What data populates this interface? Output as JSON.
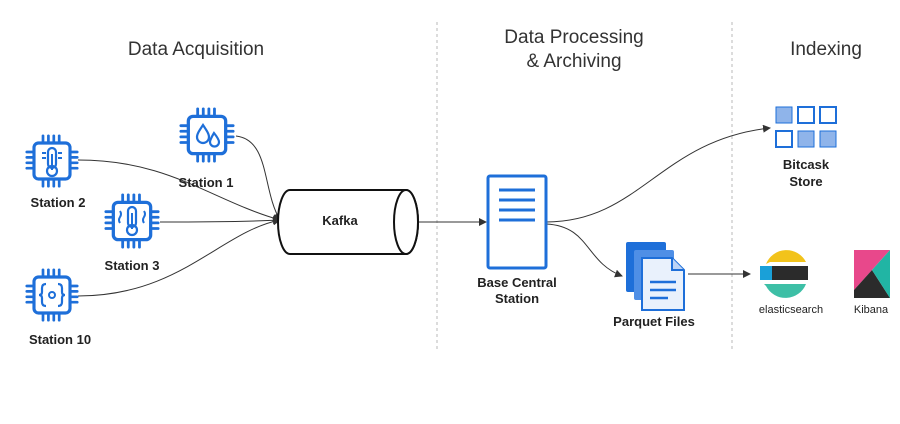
{
  "sections": {
    "acquisition": "Data Acquisition",
    "processing_line1": "Data Processing",
    "processing_line2": "& Archiving",
    "indexing": "Indexing"
  },
  "stations": {
    "station1": "Station 1",
    "station2": "Station 2",
    "station3": "Station 3",
    "station10": "Station 10"
  },
  "kafka": "Kafka",
  "base_station": {
    "line1": "Base Central",
    "line2": "Station"
  },
  "parquet": "Parquet Files",
  "bitcask": {
    "line1": "Bitcask",
    "line2": "Store"
  },
  "elasticsearch": "elasticsearch",
  "kibana": "Kibana",
  "colors": {
    "accent_blue": "#1e6fd9",
    "light_blue": "#8fb4ea",
    "divider": "#b9b9b9"
  }
}
